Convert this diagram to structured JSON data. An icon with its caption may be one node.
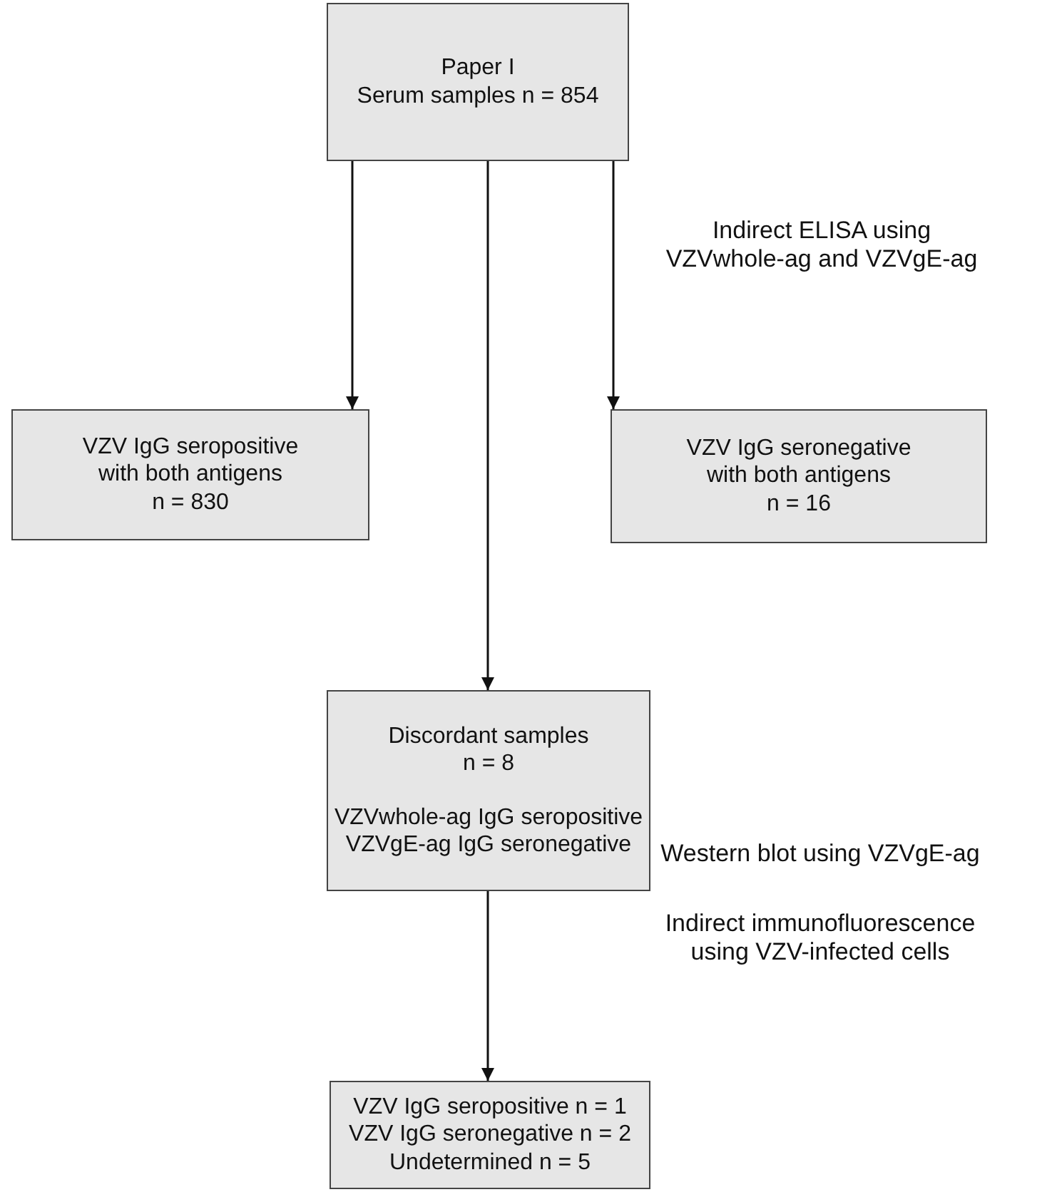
{
  "diagram": {
    "nodes": [
      {
        "text": [
          "Paper I Serum samples n = 854"
        ]
      },
      {
        "text": [
          "VZV IgG seropositive with both antigens n = 830"
        ]
      },
      {
        "text": [
          "VZV IgG seronegative with both antigens n = 16"
        ]
      },
      {
        "text": [
          "Discordant samples n = 8",
          "VZVwhole-ag IgG seropositive VZVgE-ag IgG seronegative"
        ]
      },
      {
        "text": [
          "VZV IgG seropositive n = 1 VZV IgG seronegative n = 2 Undetermined n = 5"
        ]
      }
    ],
    "edges": [
      {
        "from": 0,
        "to": 1,
        "arrow": "to"
      },
      {
        "from": 0,
        "to": 3,
        "arrow": "to"
      },
      {
        "from": 0,
        "to": 2,
        "arrow": "to"
      },
      {
        "from": 3,
        "to": 4,
        "arrow": "to"
      }
    ],
    "labels": [
      "Indirect ELISA using VZVwhole-ag and VZVgE-ag",
      "Western blot using VZVgE-ag",
      "Indirect immunofluorescence using VZV-infected cells"
    ]
  }
}
